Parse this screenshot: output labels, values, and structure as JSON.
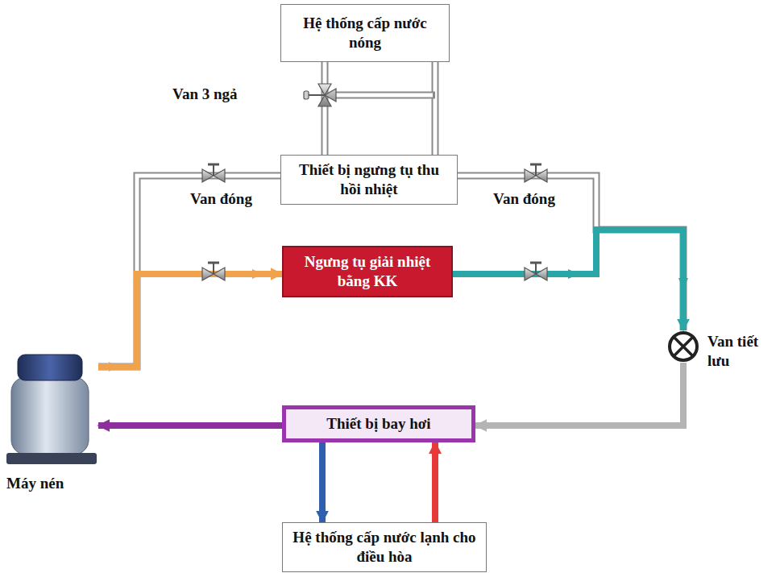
{
  "diagram": {
    "nodes": [
      {
        "text": [
          "Hệ thống cấp nước nóng"
        ]
      },
      {
        "text": [
          "Thiết bị ngưng tụ thu hồi nhiệt"
        ]
      },
      {
        "text": [
          "Ngưng tụ giải nhiệt bằng KK"
        ]
      },
      {
        "text": [
          "Van tiết lưu"
        ]
      },
      {
        "text": [
          "Thiết bị bay hơi"
        ]
      },
      {
        "text": [
          "Máy nén"
        ]
      },
      {
        "text": [
          "Hệ thống cấp nước lạnh cho điều hòa"
        ]
      }
    ],
    "edges": [
      {
        "from": 5,
        "to": 2,
        "arrow": "to"
      },
      {
        "from": 5,
        "to": 1,
        "arrow": "none"
      },
      {
        "from": 2,
        "to": 3,
        "arrow": "to"
      },
      {
        "from": 1,
        "to": 3,
        "arrow": "none"
      },
      {
        "from": 3,
        "to": 4,
        "arrow": "to"
      },
      {
        "from": 4,
        "to": 5,
        "arrow": "to"
      },
      {
        "from": 4,
        "to": 6,
        "arrow": "to"
      },
      {
        "from": 6,
        "to": 4,
        "arrow": "to"
      },
      {
        "from": 1,
        "to": 0,
        "arrow": "none"
      },
      {
        "from": 0,
        "to": 1,
        "arrow": "none"
      }
    ],
    "labels": [
      "Van 3 ngả",
      "Van đóng",
      "Van đóng"
    ]
  }
}
